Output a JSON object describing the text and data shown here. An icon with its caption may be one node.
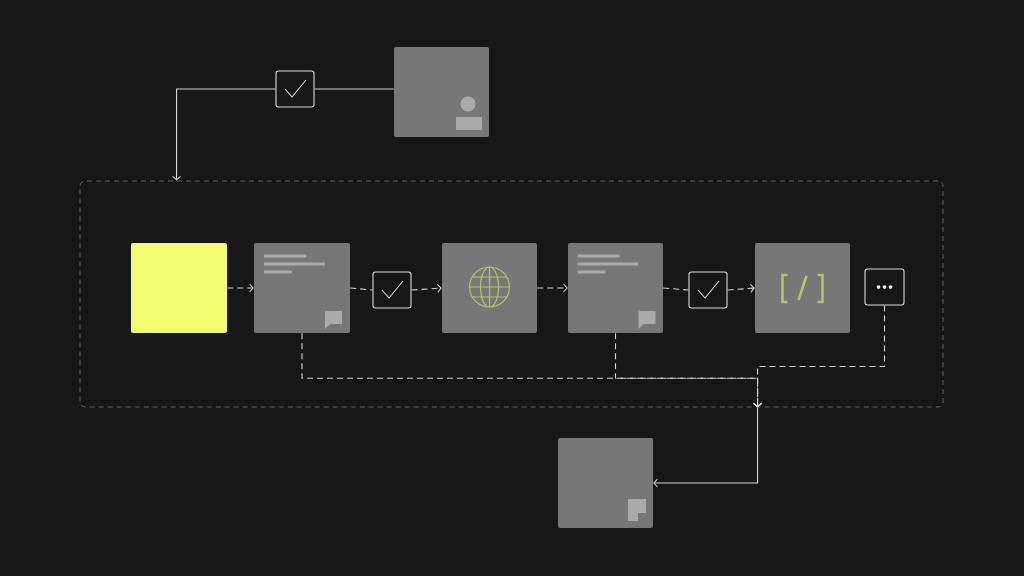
{
  "diagram": {
    "nodes": [
      {
        "text": [],
        "shape": "box"
      },
      {
        "text": [],
        "shape": "box"
      },
      {
        "text": [],
        "shape": "box"
      },
      {
        "text": [],
        "shape": "box",
        "in": 2
      },
      {
        "text": [],
        "shape": "box",
        "in": 2
      },
      {
        "text": [],
        "shape": "box",
        "in": 2
      },
      {
        "text": [],
        "shape": "box",
        "in": 2
      },
      {
        "text": [],
        "shape": "box",
        "in": 2
      },
      {
        "text": [],
        "shape": "box",
        "in": 2
      },
      {
        "text": [],
        "shape": "box",
        "in": 2
      },
      {
        "text": [],
        "shape": "box",
        "in": 2
      },
      {
        "text": [],
        "shape": "box"
      }
    ],
    "edges": [
      {
        "from": 0,
        "to": 1,
        "arrow": "none"
      },
      {
        "from": 1,
        "to": 2,
        "arrow": "to"
      },
      {
        "from": 3,
        "to": 4,
        "arrow": "to",
        "style": "dashed"
      },
      {
        "from": 4,
        "to": 5,
        "arrow": "none",
        "style": "dashed"
      },
      {
        "from": 5,
        "to": 6,
        "arrow": "to",
        "style": "dashed"
      },
      {
        "from": 6,
        "to": 7,
        "arrow": "to",
        "style": "dashed"
      },
      {
        "from": 7,
        "to": 8,
        "arrow": "none",
        "style": "dashed"
      },
      {
        "from": 8,
        "to": 9,
        "arrow": "to",
        "style": "dashed"
      },
      {
        "from": 4,
        "to": 2,
        "arrow": "to",
        "style": "dashed"
      },
      {
        "from": 7,
        "to": 2,
        "arrow": "to",
        "style": "dashed"
      },
      {
        "from": 10,
        "to": 2,
        "arrow": "to",
        "style": "dashed"
      },
      {
        "from": 2,
        "to": 11,
        "arrow": "to"
      }
    ]
  }
}
